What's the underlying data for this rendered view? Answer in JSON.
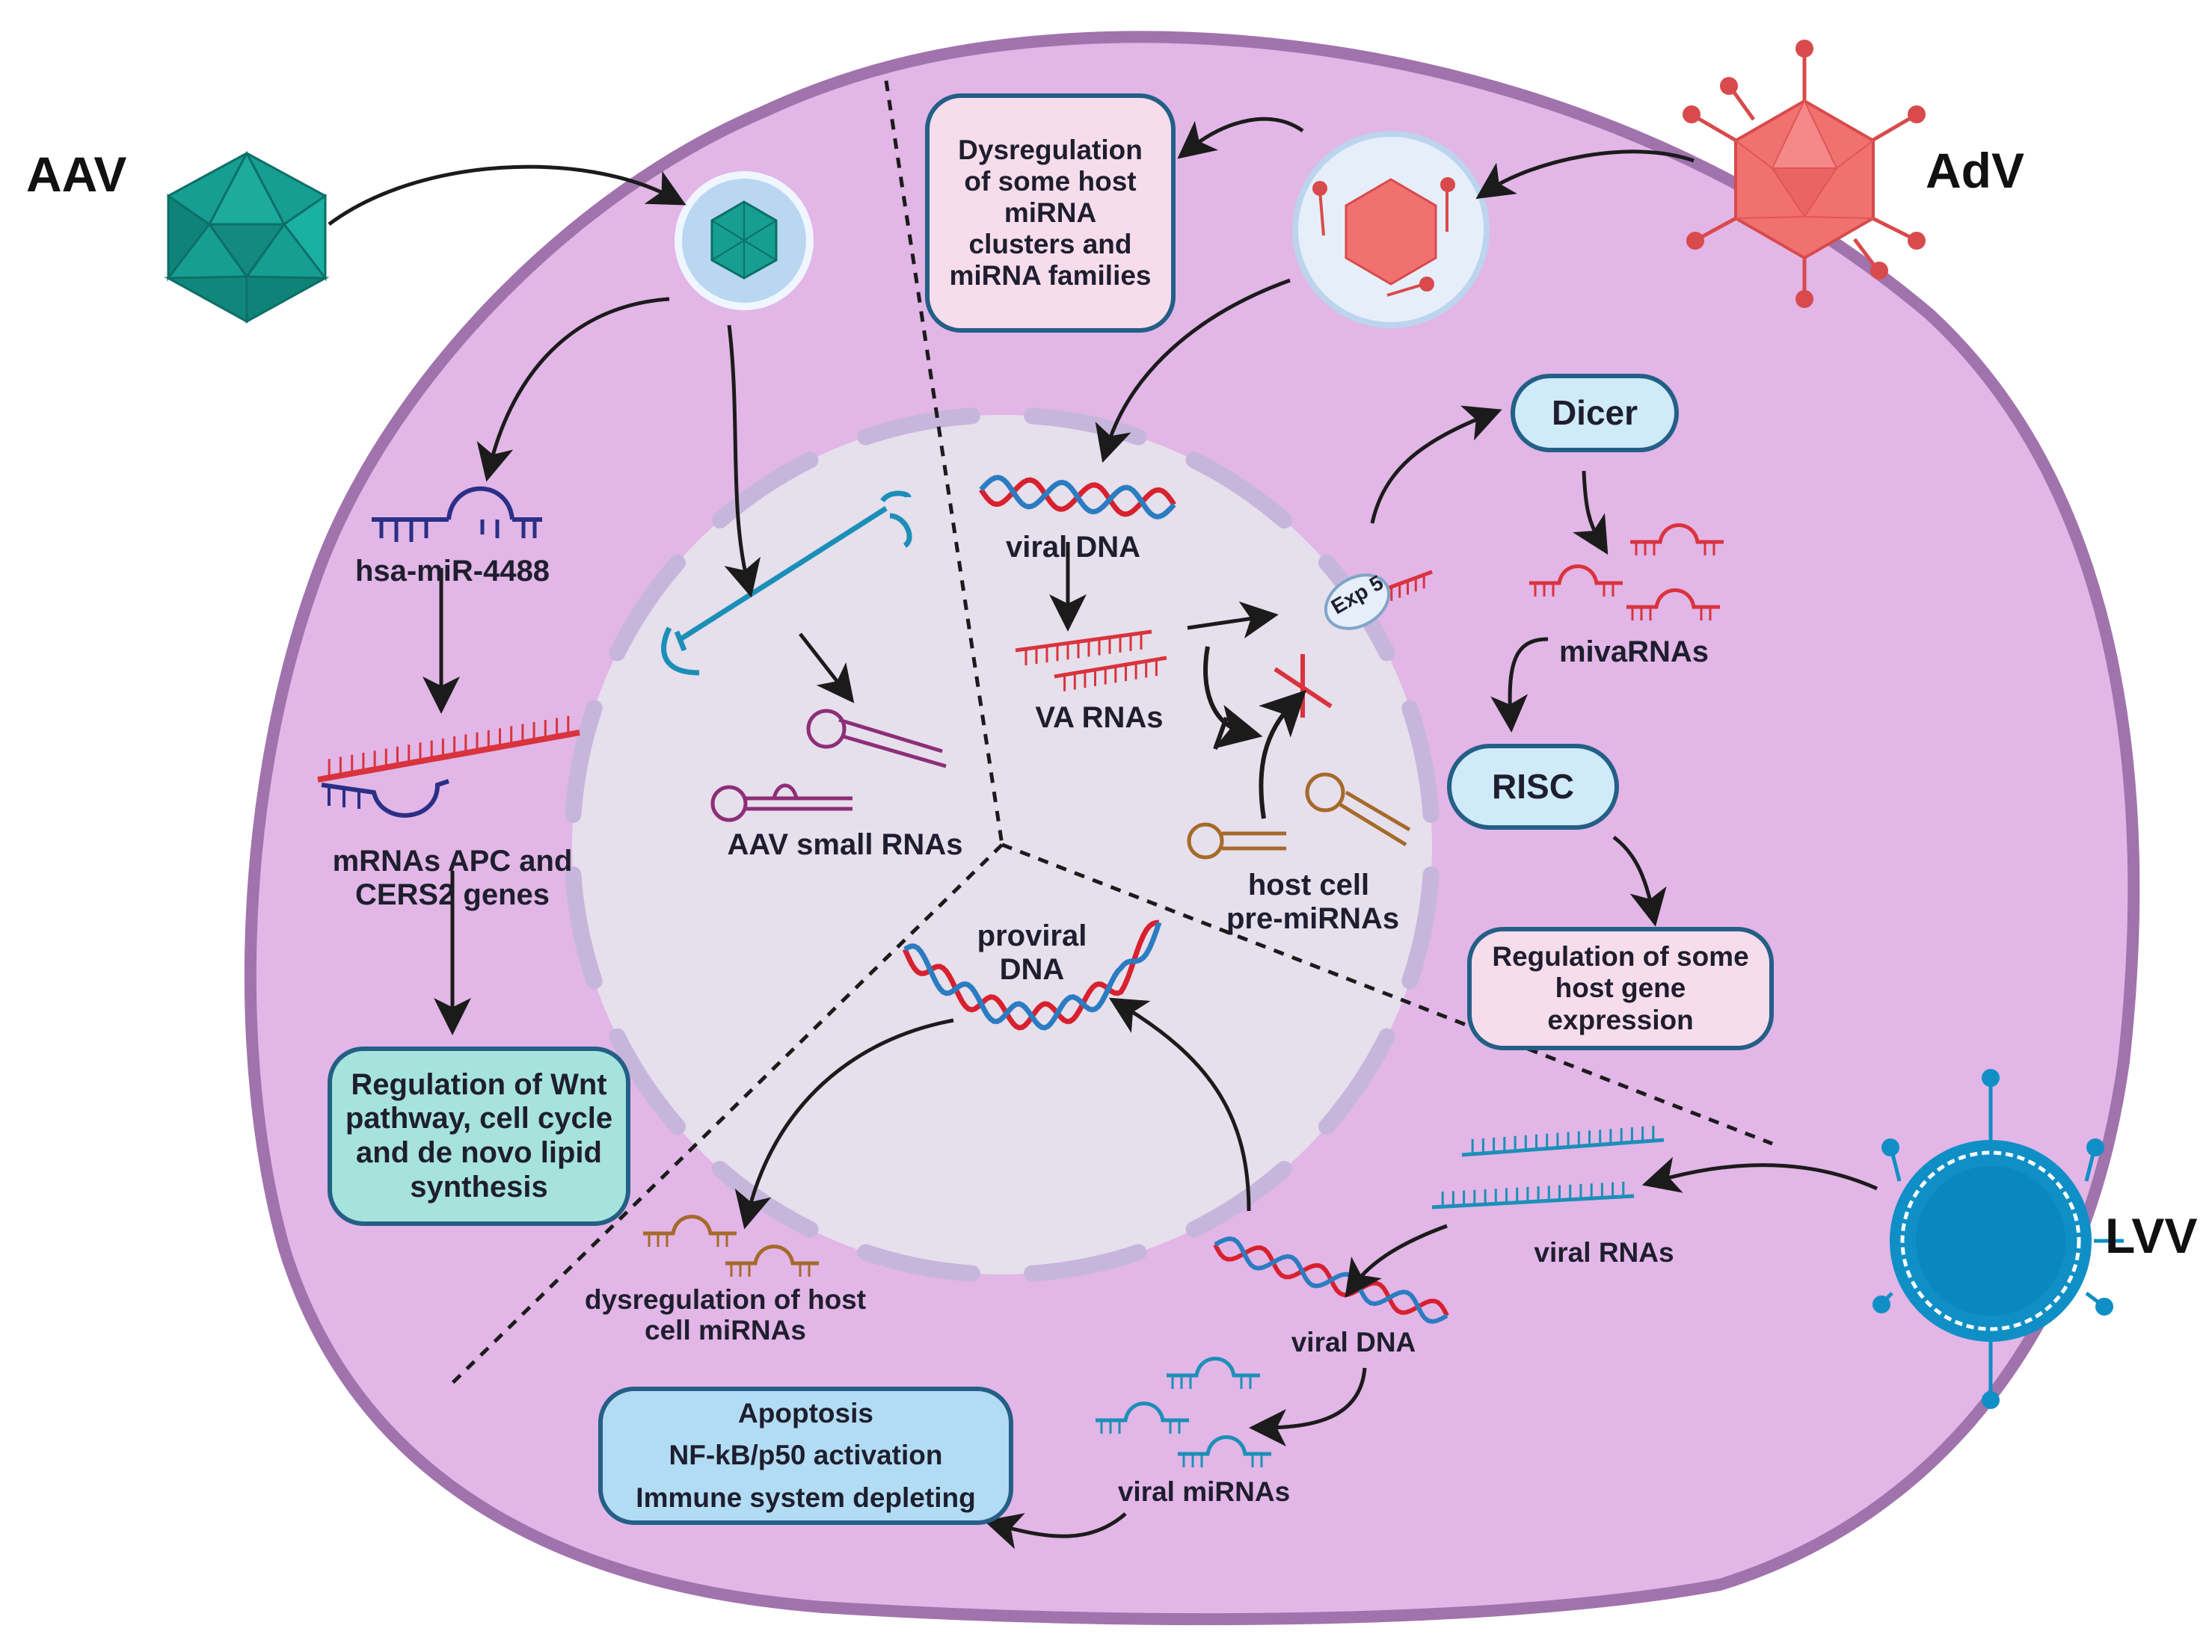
{
  "viruses": {
    "aav": {
      "label": "AAV",
      "color": "#169e92"
    },
    "adv": {
      "label": "AdV",
      "color": "#f07170"
    },
    "lvv": {
      "label": "LVV",
      "color": "#0f8fc6"
    }
  },
  "aav_pathway": {
    "mirna": "hsa-miR-4488",
    "targets": [
      "mRNAs APC and",
      "CERS2 genes"
    ],
    "outcome": [
      "Regulation of Wnt",
      "pathway, cell cycle",
      "and de novo lipid",
      "synthesis"
    ],
    "small_rnas": "AAV small RNAs"
  },
  "adv_pathway": {
    "dysregulation": [
      "Dysregulation",
      "of some host",
      "miRNA",
      "clusters and",
      "miRNA families"
    ],
    "viral_dna": "viral DNA",
    "va_rnas": "VA RNAs",
    "exportin": "Exp 5",
    "dicer": "Dicer",
    "mivarnas": "mivaRNAs",
    "risc": "RISC",
    "host_premirnas": [
      "host cell",
      "pre-miRNAs"
    ],
    "regulation": [
      "Regulation of some",
      "host gene",
      "expression"
    ]
  },
  "lvv_pathway": {
    "proviral_dna": [
      "proviral",
      "DNA"
    ],
    "viral_rnas": "viral RNAs",
    "viral_dna": "viral DNA",
    "viral_mirnas": "viral miRNAs",
    "host_dysregulation": [
      "dysregulation of host",
      "cell miRNAs"
    ],
    "effects": [
      "Apoptosis",
      "NF-kB/p50  activation",
      "Immune system depleting"
    ]
  },
  "colors": {
    "cell_fill": "#e2b6e6",
    "cell_border": "#a173ad",
    "nucleus_fill": "#e6dfec",
    "nuclear_envelope": "#c6b6dc",
    "dna_red": "#d8212f",
    "dna_blue": "#2b7cc1",
    "rna_red": "#d9333d",
    "rna_navy": "#2b2f86",
    "rna_teal": "#1c8fb8",
    "rna_purple": "#8d2e78",
    "rna_brown": "#a56a2a",
    "box_border": "#235f86"
  }
}
